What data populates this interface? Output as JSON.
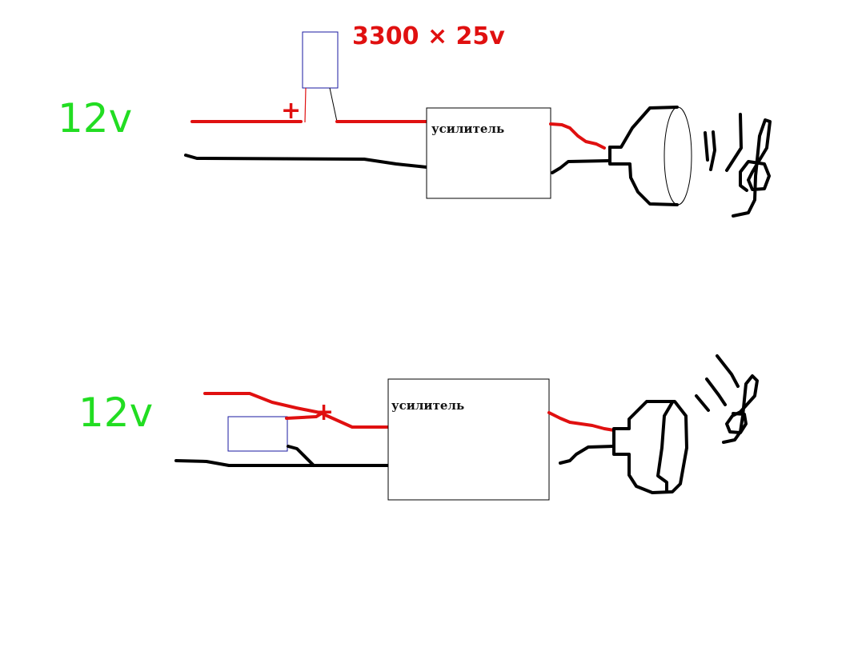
{
  "diagram": {
    "title": "Amplifier capacitor wiring (two variants)",
    "colors": {
      "positive_wire": "#e01010",
      "ground_wire": "#000000",
      "voltage_label": "#22dd22",
      "capacitor_outline": "#1a1aa0"
    },
    "top": {
      "voltage_label": "12v",
      "capacitor_label": "3300 × 25v",
      "plus_sign": "+",
      "amplifier_label": "усилитель",
      "speaker": "speaker-icon",
      "sound_waves": "sound-waves-icon",
      "note": "treble-clef-icon"
    },
    "bottom": {
      "voltage_label": "12v",
      "plus_sign": "+",
      "amplifier_label": "усилитель",
      "speaker": "speaker-icon",
      "sound_waves": "sound-waves-icon",
      "note": "treble-clef-icon"
    }
  }
}
